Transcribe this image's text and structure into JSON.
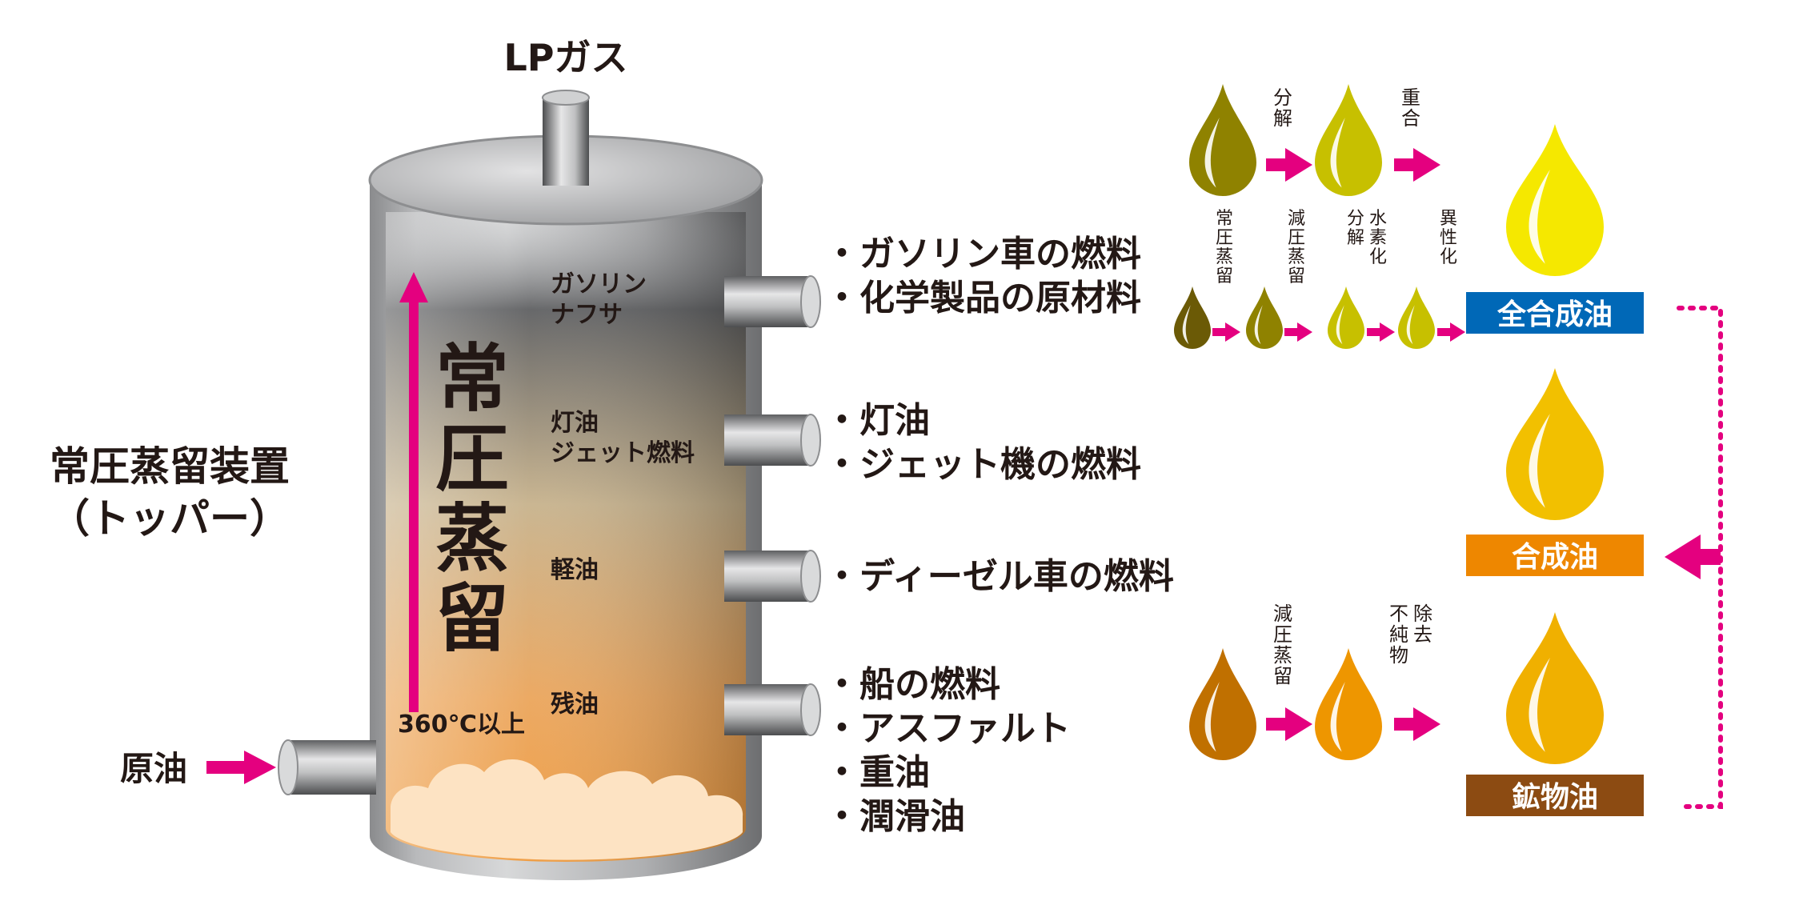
{
  "apparatus": {
    "title_line1": "常圧蒸留装置",
    "title_line2": "（トッパー）",
    "top_output": "LPガス",
    "input_label": "原油",
    "vertical_label": [
      "常",
      "圧",
      "蒸",
      "留"
    ],
    "temperature": "360℃以上"
  },
  "fractions": [
    {
      "inner": [
        "ガソリン",
        "ナフサ"
      ],
      "uses": [
        "・ガソリン車の燃料",
        "・化学製品の原材料"
      ]
    },
    {
      "inner": [
        "灯油",
        "ジェット燃料"
      ],
      "uses": [
        "・灯油",
        "・ジェット機の燃料"
      ]
    },
    {
      "inner": [
        "軽油"
      ],
      "uses": [
        "・ディーゼル車の燃料"
      ]
    },
    {
      "inner": [
        "残油"
      ],
      "uses": [
        "・船の燃料",
        "・アスファルト",
        "・重油",
        "・潤滑油"
      ]
    }
  ],
  "oil_types": {
    "full_synthetic": {
      "label": "全合成油",
      "color": "#0068b7"
    },
    "synthetic": {
      "label": "合成油",
      "color": "#ee8700"
    },
    "mineral": {
      "label": "鉱物油",
      "color": "#8c4b12"
    }
  },
  "process_steps": {
    "top_row": [
      "分解",
      "重合"
    ],
    "middle_row": [
      "常圧蒸留",
      "減圧蒸留",
      "水素化分解",
      "異性化"
    ],
    "bottom_row": [
      "減圧蒸留",
      "不純物除去"
    ]
  },
  "colors": {
    "arrow_magenta": "#e4007f",
    "dotted_line": "#e4007f",
    "drop_olive_dark": "#6b5a06",
    "drop_olive": "#8f8200",
    "drop_yellow_green": "#c7c000",
    "drop_bright_yellow": "#f5e800",
    "drop_gold": "#f2c000",
    "drop_amber": "#f0b000",
    "drop_brown": "#c07000",
    "drop_orange": "#ee9600",
    "residue_cloud": "#fde3c3"
  }
}
